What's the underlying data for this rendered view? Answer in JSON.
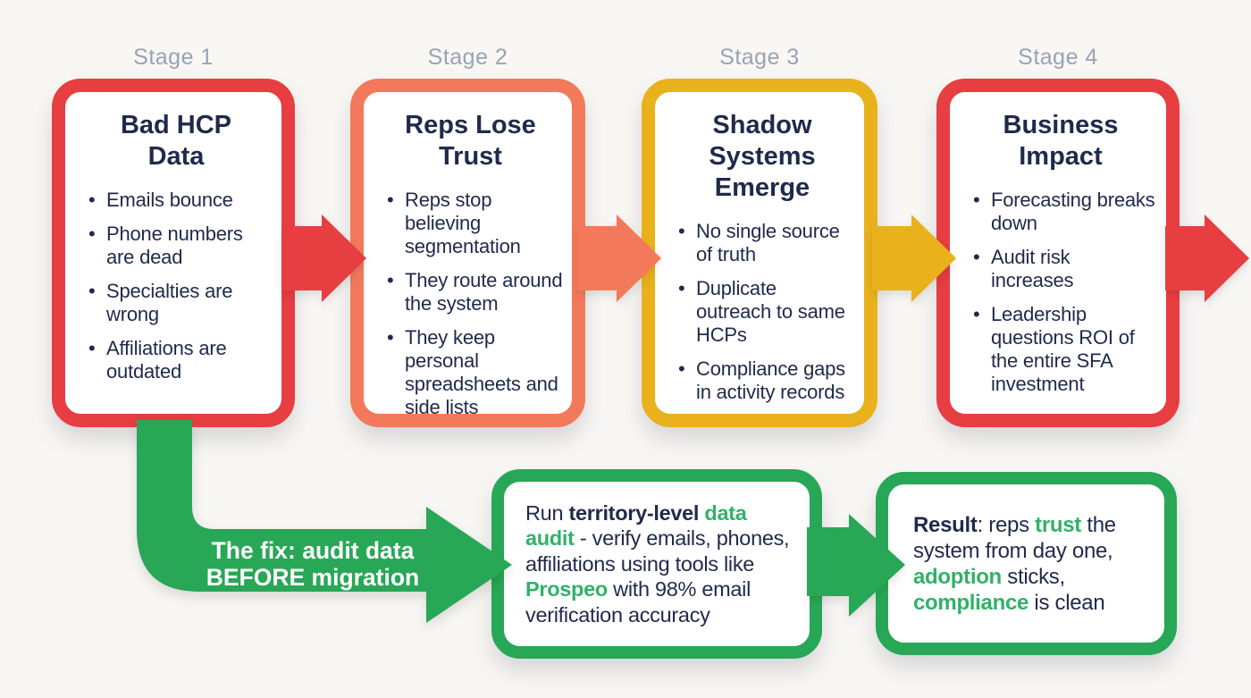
{
  "colors": {
    "red": "#e63e41",
    "coral": "#f3795b",
    "gold": "#e9b11c",
    "green": "#28a756",
    "green_text": "#30b268",
    "navy": "#1f2a4b",
    "label_gray": "#99a3b2",
    "background": "#f8f7f4",
    "box_white": "#ffffff"
  },
  "stages": [
    {
      "label": "Stage 1",
      "title": "Bad HCP\nData",
      "bullets": [
        "Emails bounce",
        "Phone numbers are dead",
        "Specialties are wrong",
        "Affiliations are outdated"
      ]
    },
    {
      "label": "Stage 2",
      "title": "Reps Lose\nTrust",
      "bullets": [
        "Reps stop believing segmentation",
        "They route around the system",
        "They keep personal spreadsheets and side lists"
      ]
    },
    {
      "label": "Stage 3",
      "title": "Shadow\nSystems\nEmerge",
      "bullets": [
        "No single source of truth",
        "Duplicate outreach to same HCPs",
        "Compliance gaps in activity records"
      ]
    },
    {
      "label": "Stage 4",
      "title": "Business\nImpact",
      "bullets": [
        "Forecasting breaks down",
        "Audit risk increases",
        "Leadership questions ROI of the entire SFA investment"
      ]
    }
  ],
  "fix_path": {
    "arrow_label": "The fix: audit data\nBEFORE migration",
    "fix_box_segments": [
      {
        "text": "Run ",
        "bold": false,
        "green": false
      },
      {
        "text": "territory-level",
        "bold": true,
        "green": false
      },
      {
        "text": " ",
        "bold": false,
        "green": false
      },
      {
        "text": "data audit",
        "bold": true,
        "green": true
      },
      {
        "text": " - verify emails, phones, affiliations using tools like ",
        "bold": false,
        "green": false
      },
      {
        "text": "Prospeo",
        "bold": true,
        "green": true
      },
      {
        "text": " with 98% email verification accuracy",
        "bold": false,
        "green": false
      }
    ],
    "result_box_segments": [
      {
        "text": "Result",
        "bold": true,
        "green": false
      },
      {
        "text": ": reps ",
        "bold": false,
        "green": false
      },
      {
        "text": "trust",
        "bold": true,
        "green": true
      },
      {
        "text": " the system from day one, ",
        "bold": false,
        "green": false
      },
      {
        "text": "adoption",
        "bold": true,
        "green": true
      },
      {
        "text": " sticks, ",
        "bold": false,
        "green": false
      },
      {
        "text": "compliance",
        "bold": true,
        "green": true
      },
      {
        "text": " is clean",
        "bold": false,
        "green": false
      }
    ]
  }
}
